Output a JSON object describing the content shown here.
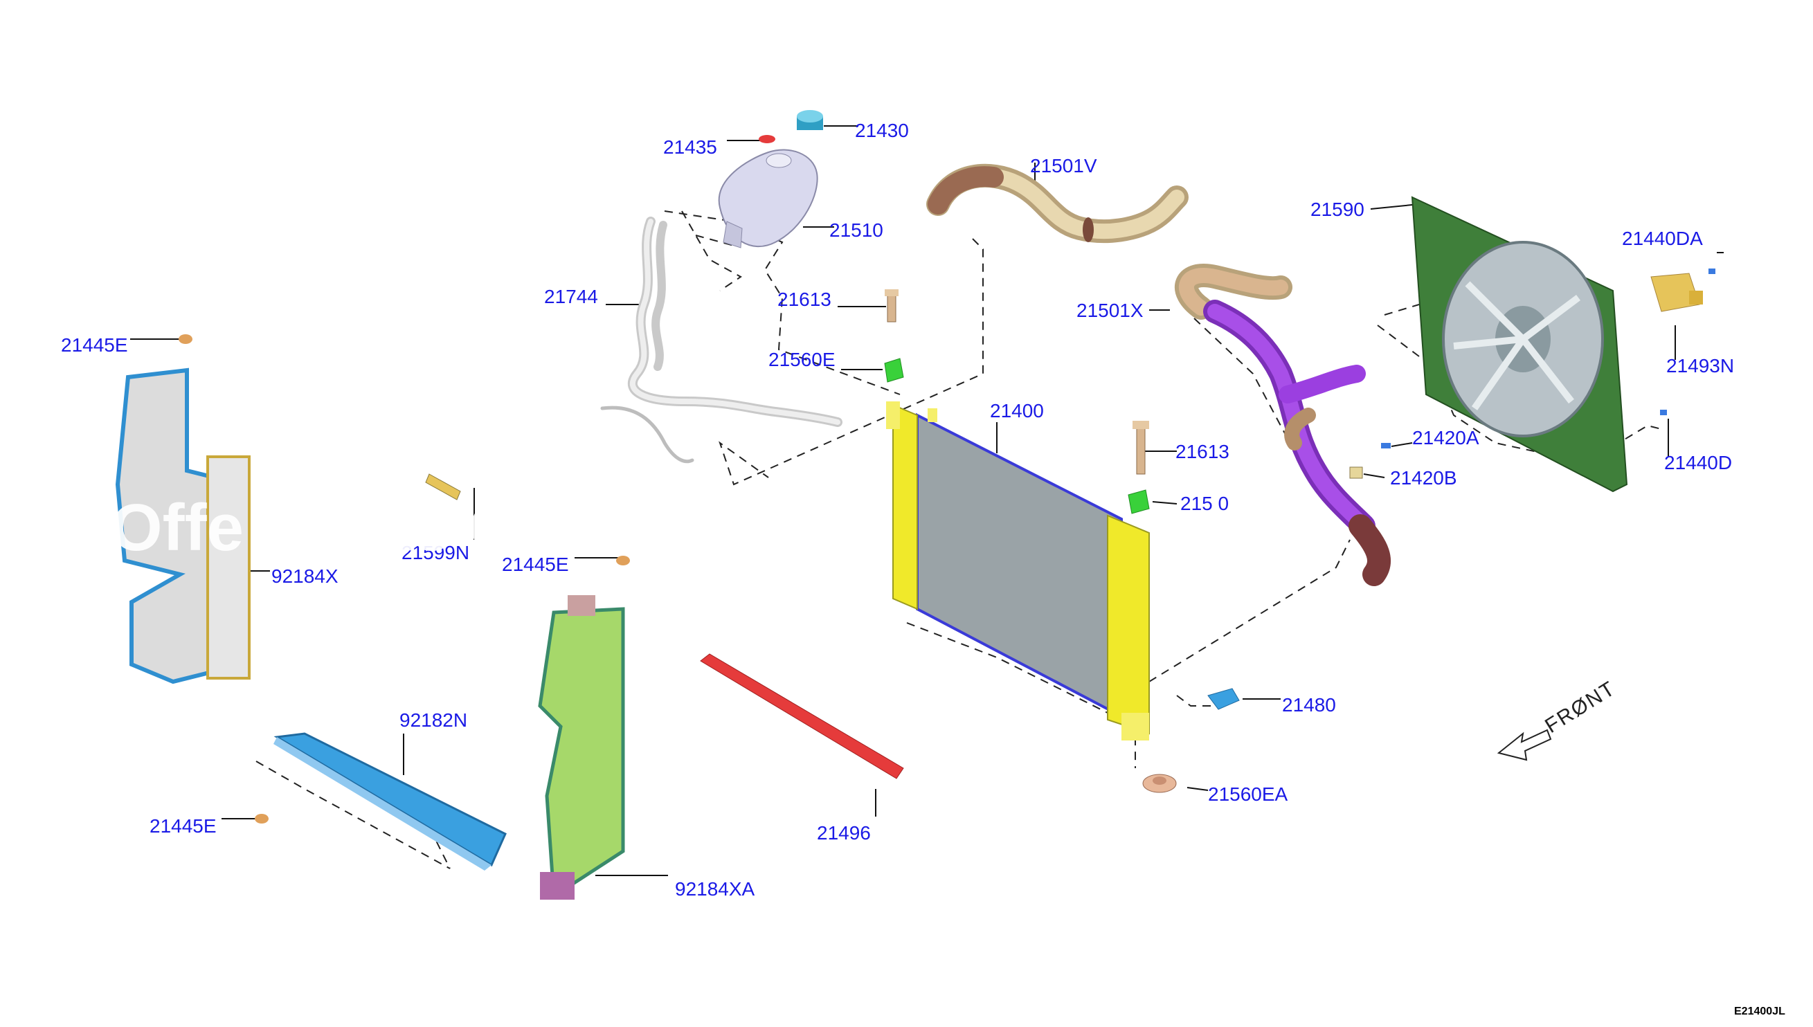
{
  "diagram": {
    "figure_code": "E21400JL",
    "watermark": "Offe        ts Catalo",
    "front_marker": "FRØNT",
    "callouts": [
      {
        "id": "c_21435",
        "text": "21435"
      },
      {
        "id": "c_21430",
        "text": "21430"
      },
      {
        "id": "c_21510",
        "text": "21510"
      },
      {
        "id": "c_21501V",
        "text": "21501V"
      },
      {
        "id": "c_21744",
        "text": "21744"
      },
      {
        "id": "c_21613a",
        "text": "21613"
      },
      {
        "id": "c_21560E",
        "text": "21560E"
      },
      {
        "id": "c_21400",
        "text": "21400"
      },
      {
        "id": "c_21613b",
        "text": "21613"
      },
      {
        "id": "c_21560b",
        "text": "215  0"
      },
      {
        "id": "c_21501X",
        "text": "21501X"
      },
      {
        "id": "c_21590",
        "text": "21590"
      },
      {
        "id": "c_21440DA",
        "text": "21440DA"
      },
      {
        "id": "c_21493N",
        "text": "21493N"
      },
      {
        "id": "c_21420A",
        "text": "21420A"
      },
      {
        "id": "c_21420B",
        "text": "21420B"
      },
      {
        "id": "c_21440D",
        "text": "21440D"
      },
      {
        "id": "c_21445E_a",
        "text": "21445E"
      },
      {
        "id": "c_92184X",
        "text": "92184X"
      },
      {
        "id": "c_21599N",
        "text": "21599N"
      },
      {
        "id": "c_21445E_b",
        "text": "21445E"
      },
      {
        "id": "c_92182N",
        "text": "92182N"
      },
      {
        "id": "c_21445E_c",
        "text": "21445E"
      },
      {
        "id": "c_21496",
        "text": "21496"
      },
      {
        "id": "c_92184XA",
        "text": "92184XA"
      },
      {
        "id": "c_21480",
        "text": "21480"
      },
      {
        "id": "c_21560EA",
        "text": "21560EA"
      }
    ],
    "colors": {
      "label": "#1a1ae6",
      "radiator_core": "#9aa3a7",
      "radiator_tank": "#f0e92a",
      "radiator_edge": "#3a3ad8",
      "fan_shroud": "#3f7f3a",
      "hose_purple": "#9b3fe0",
      "hose_tan": "#d8c6a0",
      "seal_red": "#e53b3b",
      "deflector_blue": "#3aa0e0",
      "deflector_green": "#a6d86a",
      "isolator_green": "#39d13a",
      "reservoir": "#d9d9ee",
      "cap": "#3cb8d8"
    },
    "icons": [
      "front-arrow-icon"
    ]
  }
}
